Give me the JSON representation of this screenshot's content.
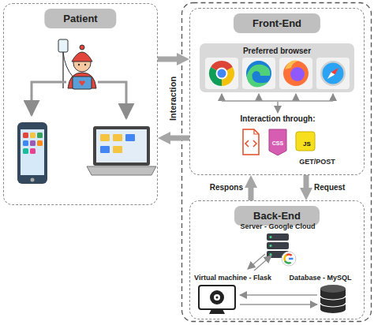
{
  "diagram": {
    "nodes": [
      {
        "text": [
          "Patient"
        ]
      },
      {
        "text": [
          "Front-End"
        ]
      },
      {
        "text": [
          "Preferred browser"
        ],
        "in": 1
      },
      {
        "text": [
          "Back-End"
        ]
      }
    ],
    "edges": [
      {
        "from": 0,
        "to": 1,
        "arrow": "to"
      },
      {
        "from": 1,
        "to": 0,
        "arrow": "to"
      },
      {
        "from": 1,
        "to": 3,
        "label": "Request",
        "arrow": "to"
      },
      {
        "from": 3,
        "to": 1,
        "label": "Respons",
        "arrow": "to"
      }
    ],
    "labels": [
      "Interaction",
      "Interaction through:",
      "CSS",
      "JS",
      "GET/POST",
      "Server - Google Cloud",
      "Virtual machine - Flask",
      "Database - MySQL"
    ]
  }
}
